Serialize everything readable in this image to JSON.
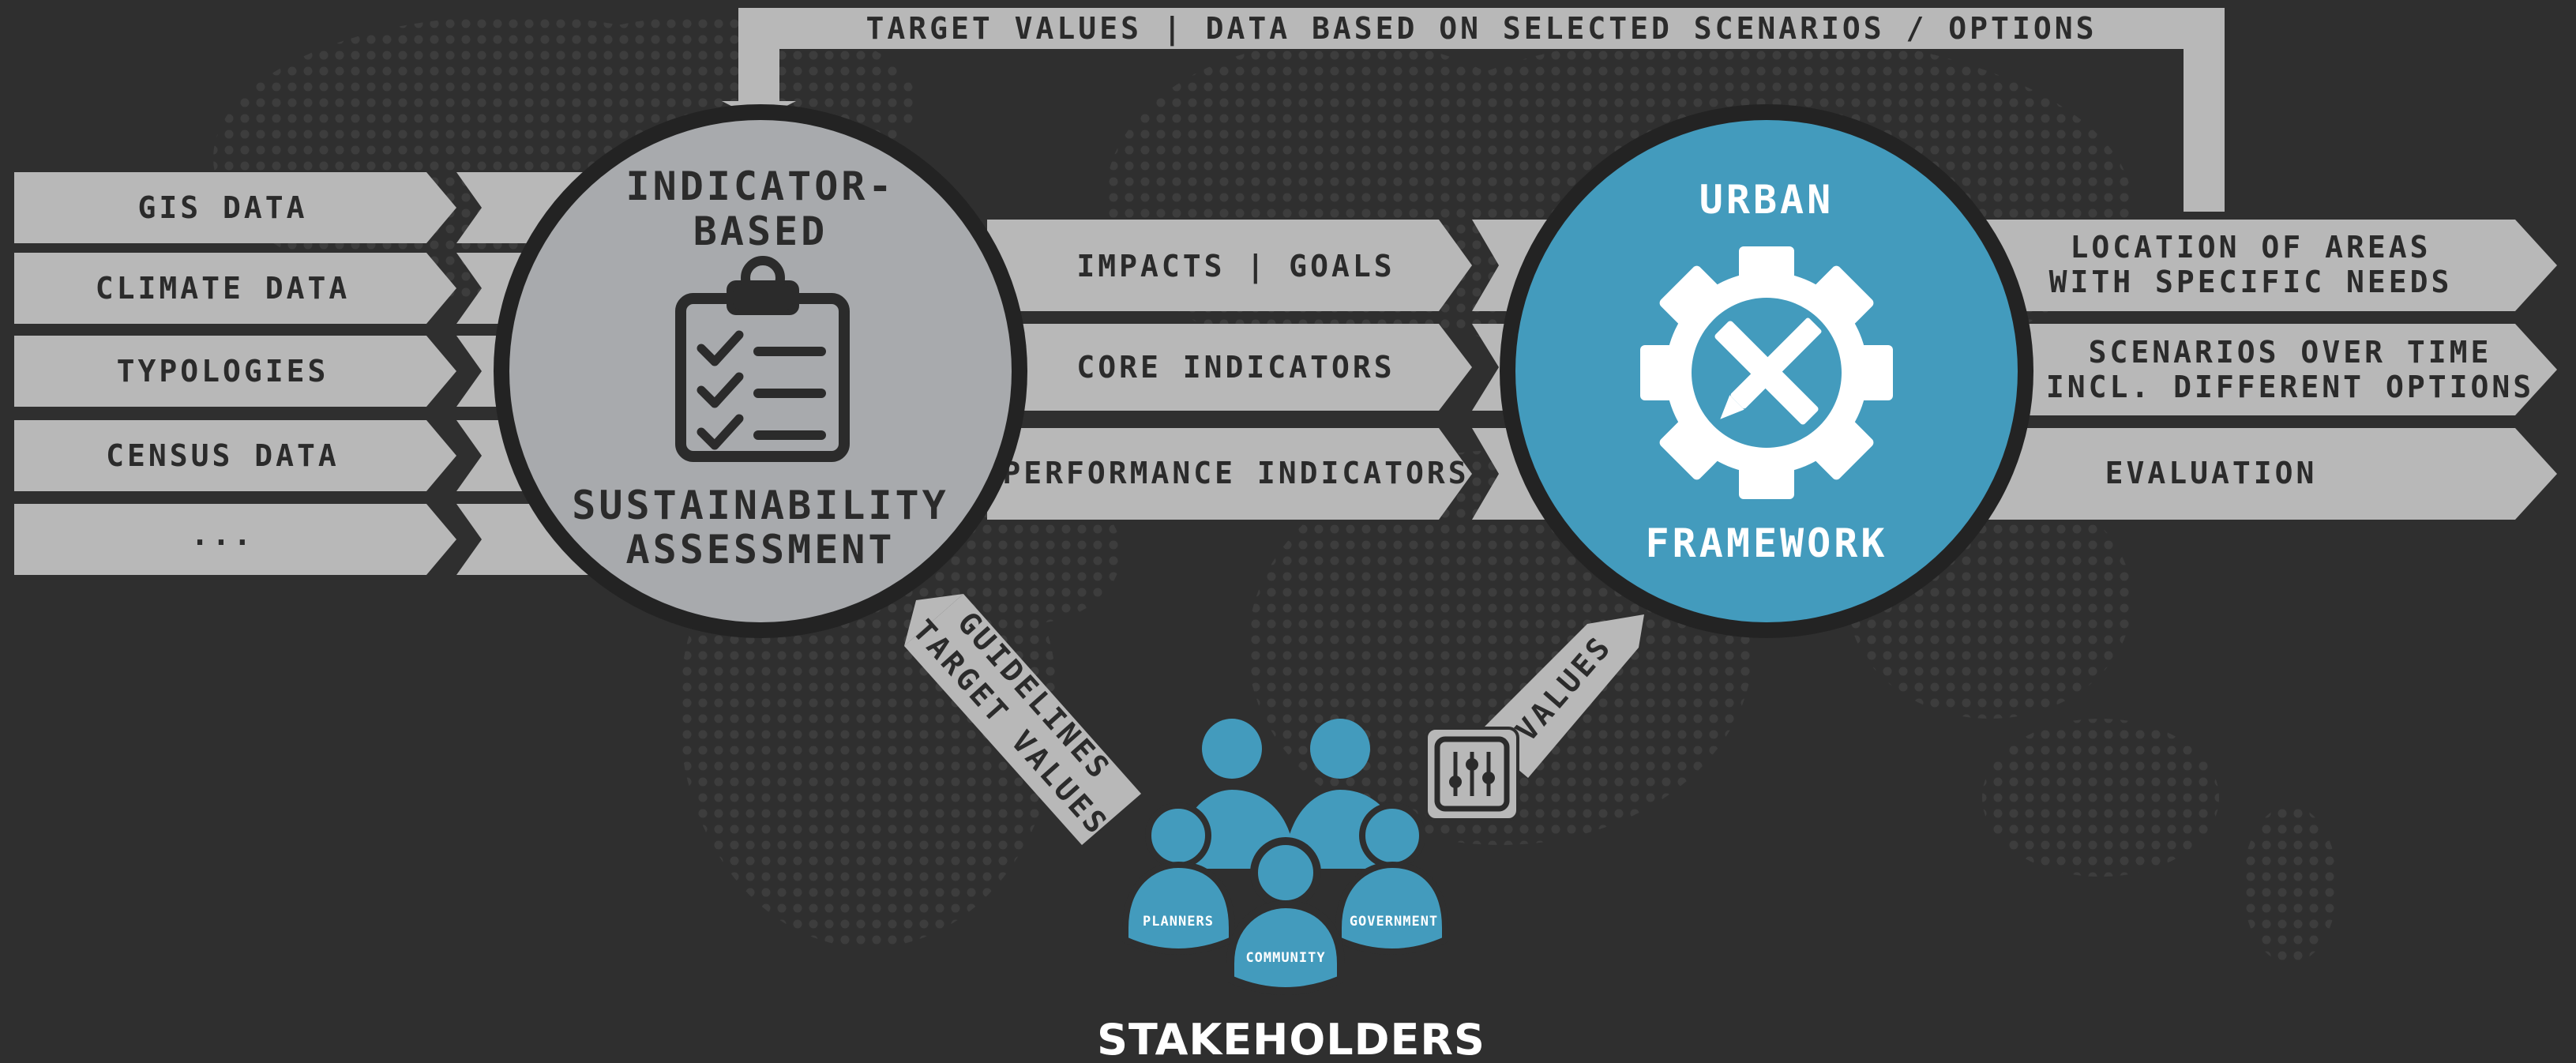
{
  "top_loop_label": "TARGET VALUES | DATA BASED ON SELECTED SCENARIOS / OPTIONS",
  "inputs": [
    "GIS DATA",
    "CLIMATE DATA",
    "TYPOLOGIES",
    "CENSUS DATA",
    "..."
  ],
  "assessment": {
    "title_line1": "INDICATOR-",
    "title_line2": "BASED",
    "subtitle_line1": "SUSTAINABILITY",
    "subtitle_line2": "ASSESSMENT",
    "icon": "clipboard-checklist-icon"
  },
  "links": [
    "IMPACTS | GOALS",
    "CORE INDICATORS",
    "PERFORMANCE INDICATORS"
  ],
  "framework": {
    "title": "URBAN",
    "subtitle": "FRAMEWORK",
    "icon": "gear-ruler-pencil-icon",
    "color": "#439bbd"
  },
  "outputs": [
    {
      "line1": "LOCATION OF AREAS",
      "line2": "WITH SPECIFIC NEEDS"
    },
    {
      "line1": "SCENARIOS OVER TIME",
      "line2": "INCL. DIFFERENT OPTIONS"
    },
    {
      "line1": "EVALUATION",
      "line2": ""
    }
  ],
  "stakeholder_arrows": {
    "left_line1": "GUIDELINES",
    "left_line2": "TARGET VALUES",
    "right": "VALUES",
    "right_icon": "sliders-icon"
  },
  "stakeholders": {
    "title": "STAKEHOLDERS",
    "groups": [
      "PLANNERS",
      "COMMUNITY",
      "GOVERNMENT"
    ],
    "color": "#439bbd"
  },
  "colors": {
    "background": "#2f2f2f",
    "arrow_fill": "#b8b8b8",
    "circle_gray": "#a8aaad",
    "ring": "#232323",
    "text_dark": "#2b2b2b"
  }
}
